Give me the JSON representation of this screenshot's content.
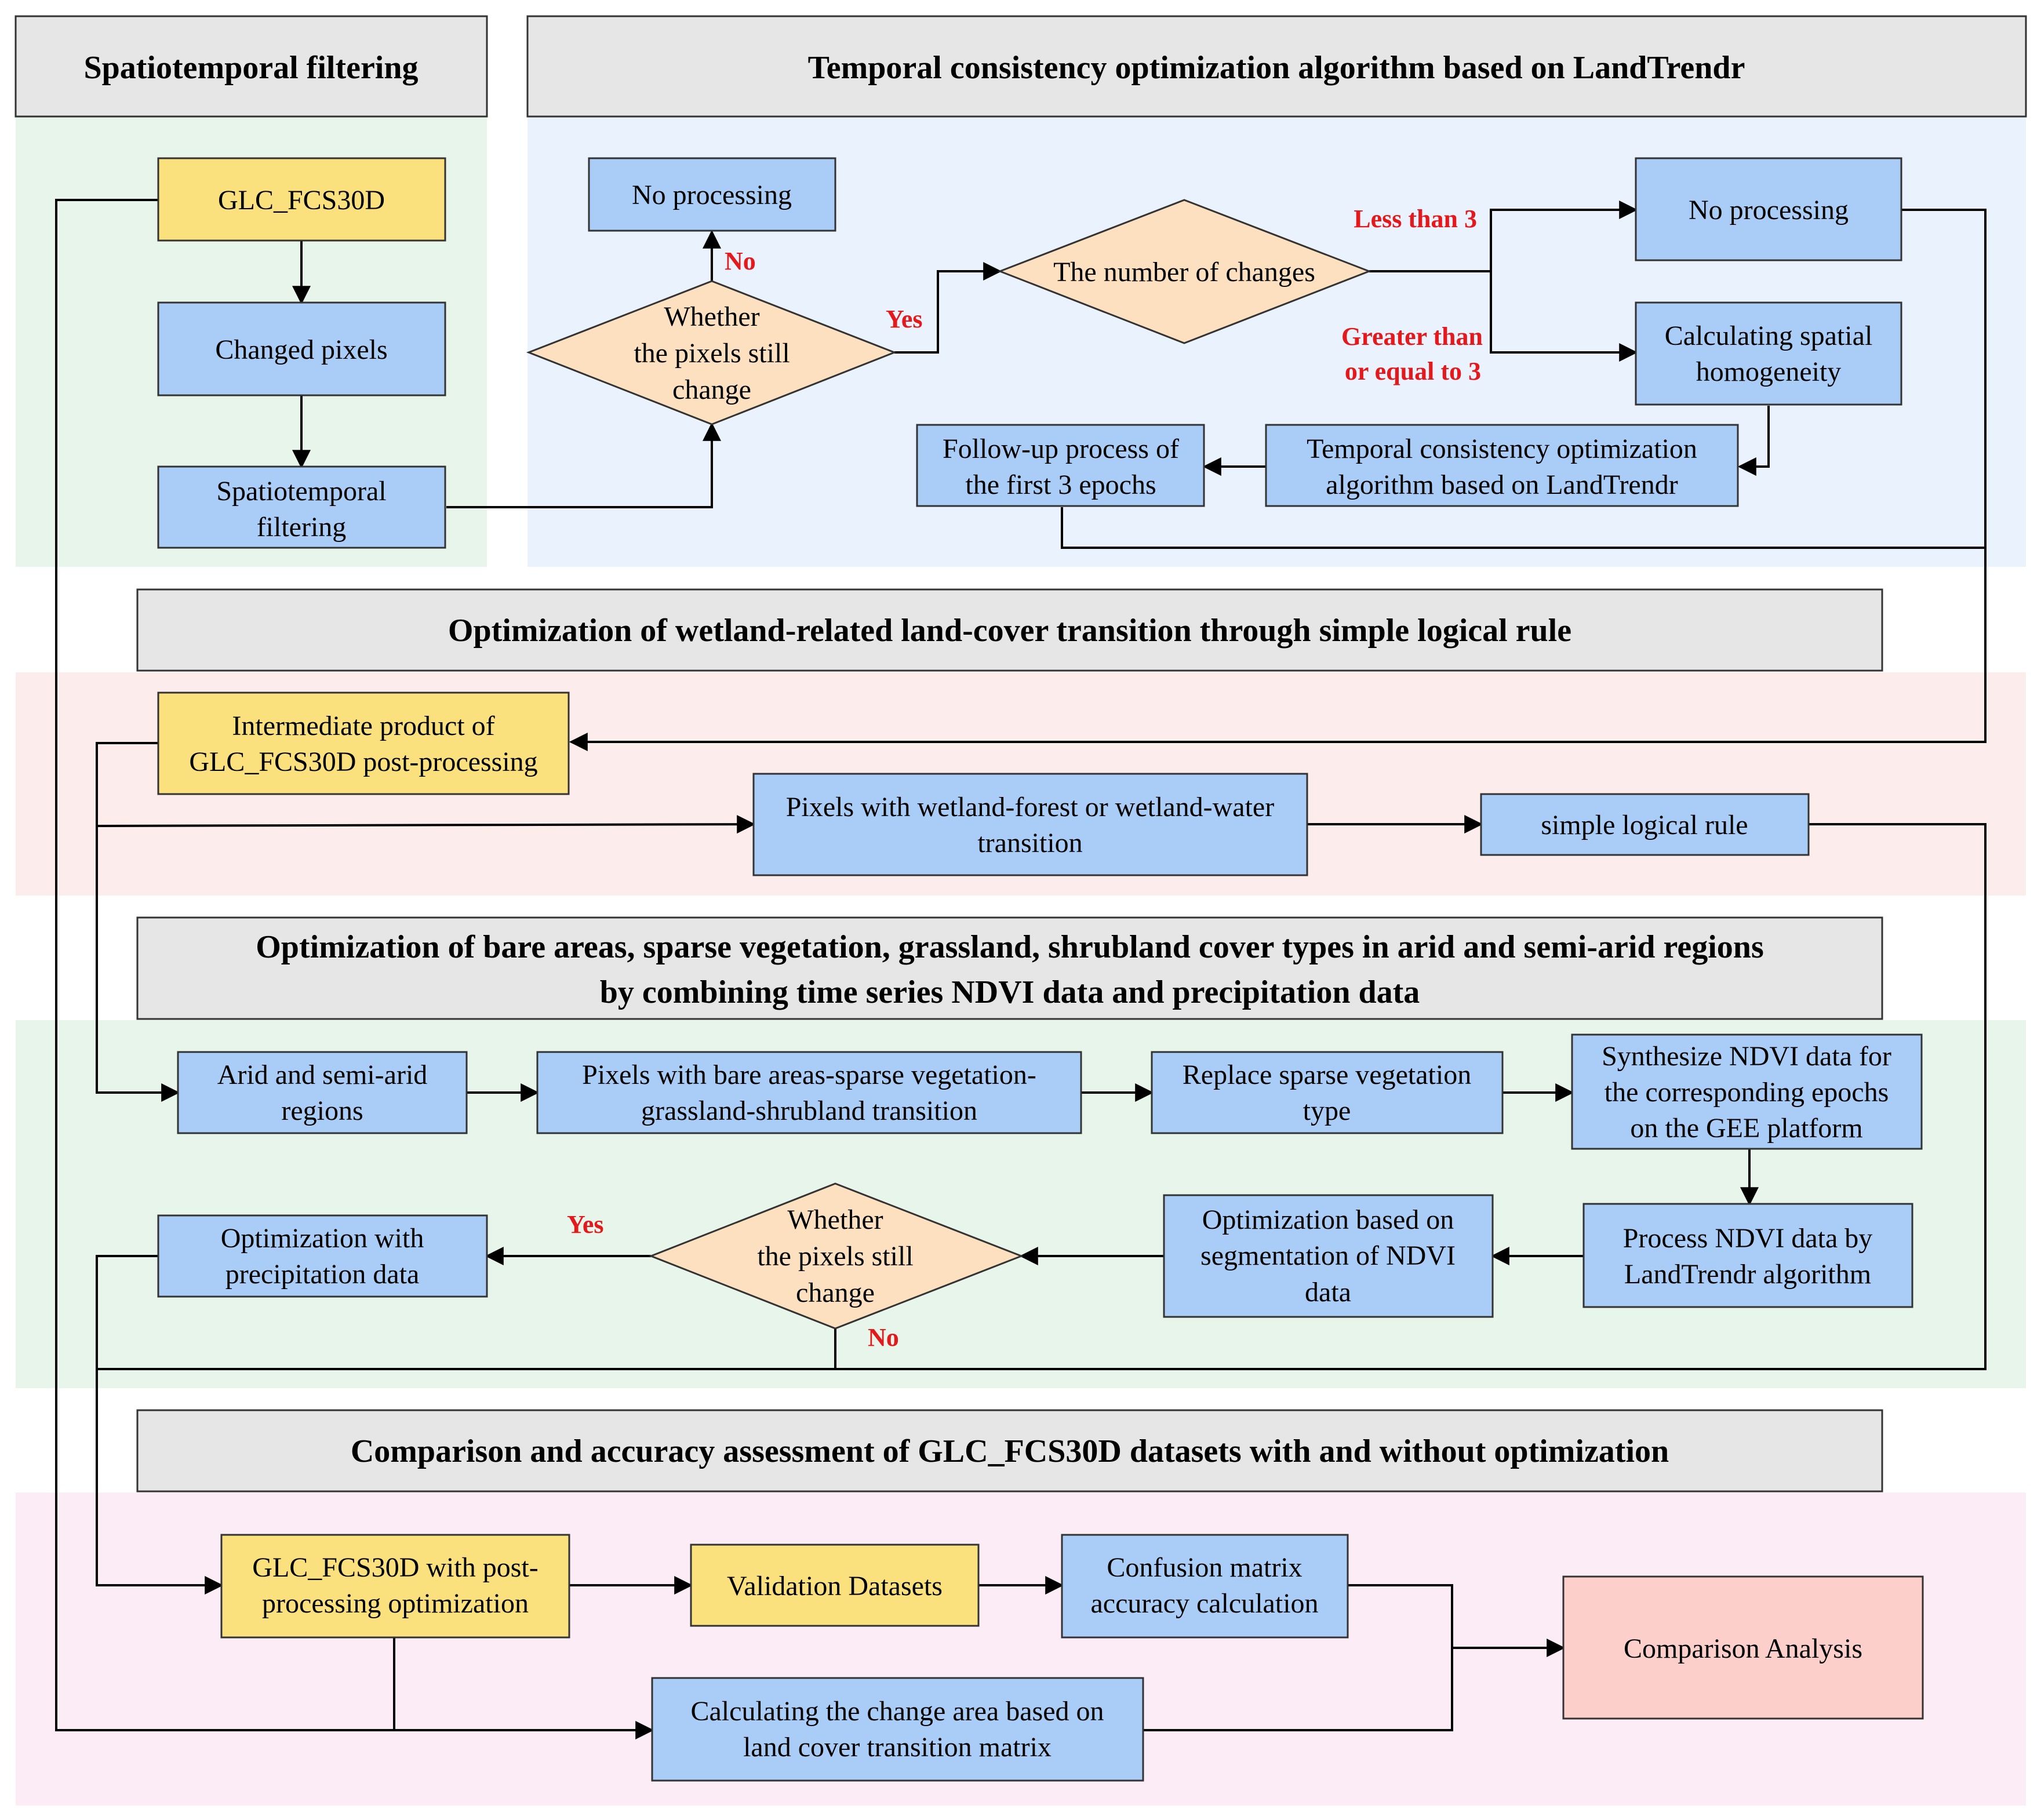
{
  "colors": {
    "process_box": "#a9cdf7",
    "data_box": "#fbe07e",
    "decision": "#fce0bf",
    "result_box": "#fccfcb",
    "header": "#e6e6e6",
    "bg_green": "#e8f5ea",
    "bg_blue": "#e9f2fd",
    "bg_red": "#fceceb",
    "bg_pink": "#fbecf6",
    "label_red": "#e4191c"
  },
  "headers": {
    "spatiotemporal": "Spatiotemporal filtering",
    "temporal": "Temporal consistency optimization algorithm based on LandTrendr",
    "wetland": "Optimization of wetland-related land-cover transition through simple logical rule",
    "arid_line1": "Optimization of bare areas, sparse vegetation, grassland, shrubland cover types in arid and semi-arid regions",
    "arid_line2": "by combining time series NDVI data and precipitation data",
    "comparison": "Comparison and accuracy assessment of GLC_FCS30D datasets with and without optimization"
  },
  "nodes": {
    "glc_fcs30d": "GLC_FCS30D",
    "changed_pixels": "Changed pixels",
    "st_filtering": [
      "Spatiotemporal",
      "filtering"
    ],
    "no_processing_1": "No processing",
    "decision_1": [
      "Whether",
      "the pixels still",
      "change"
    ],
    "number_of_changes": "The number of changes",
    "no_processing_2": "No processing",
    "spatial_homogeneity": [
      "Calculating spatial",
      "homogeneity"
    ],
    "temporal_opt": [
      "Temporal consistency optimization",
      "algorithm based on LandTrendr"
    ],
    "follow_up": [
      "Follow-up process of",
      "the first 3 epochs"
    ],
    "intermediate": [
      "Intermediate product of",
      "GLC_FCS30D post-processing"
    ],
    "wetland_pixels": [
      "Pixels with wetland-forest or wetland-water",
      "transition"
    ],
    "simple_rule": "simple logical rule",
    "arid_regions": [
      "Arid and semi-arid",
      "regions"
    ],
    "bare_pixels": [
      "Pixels with bare areas-sparse vegetation-",
      "grassland-shrubland transition"
    ],
    "replace_sparse": [
      "Replace sparse vegetation",
      "type"
    ],
    "synthesize_ndvi": [
      "Synthesize NDVI data for",
      "the corresponding epochs",
      "on the GEE platform"
    ],
    "process_ndvi": [
      "Process NDVI data by",
      "LandTrendr algorithm"
    ],
    "seg_ndvi": [
      "Optimization based on",
      "segmentation of NDVI",
      "data"
    ],
    "decision_2": [
      "Whether",
      "the pixels still",
      "change"
    ],
    "precip_opt": [
      "Optimization with",
      "precipitation data"
    ],
    "glc_post": [
      "GLC_FCS30D with post-",
      "processing optimization"
    ],
    "validation": "Validation Datasets",
    "confusion": [
      "Confusion matrix",
      "accuracy calculation"
    ],
    "comparison_analysis": "Comparison Analysis",
    "change_area": [
      "Calculating the change area based on",
      "land cover transition matrix"
    ]
  },
  "labels": {
    "no_1": "No",
    "yes_1": "Yes",
    "less_than_3": "Less than 3",
    "greater_line1": "Greater than",
    "greater_line2": "or equal to 3",
    "yes_2": "Yes",
    "no_2": "No"
  }
}
